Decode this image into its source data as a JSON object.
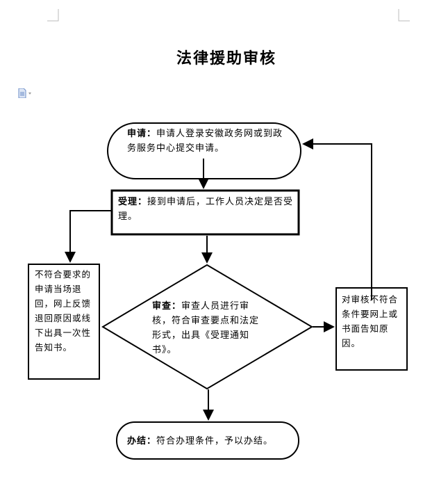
{
  "title": "法律援助审核",
  "icons": {
    "document": "document-options-icon"
  },
  "flow": {
    "apply": {
      "label": "申请：",
      "text": "申请人登录安徽政务网或到政务服务中心提交申请。"
    },
    "accept": {
      "label": "受理：",
      "text": "接到申请后，工作人员决定是否受理。"
    },
    "reject": {
      "text": "不符合要求的申请当场退回，网上反馈退回原因或线下出具一次性告知书。"
    },
    "review": {
      "label": "审查：",
      "text": "审查人员进行审核，符合审查要点和法定形式，出具《受理通知书》。"
    },
    "notify": {
      "text": "对审核不符合条件要网上或书面告知原因。"
    },
    "finish": {
      "label": "办结：",
      "text": "符合办理条件，予以办结。"
    }
  }
}
